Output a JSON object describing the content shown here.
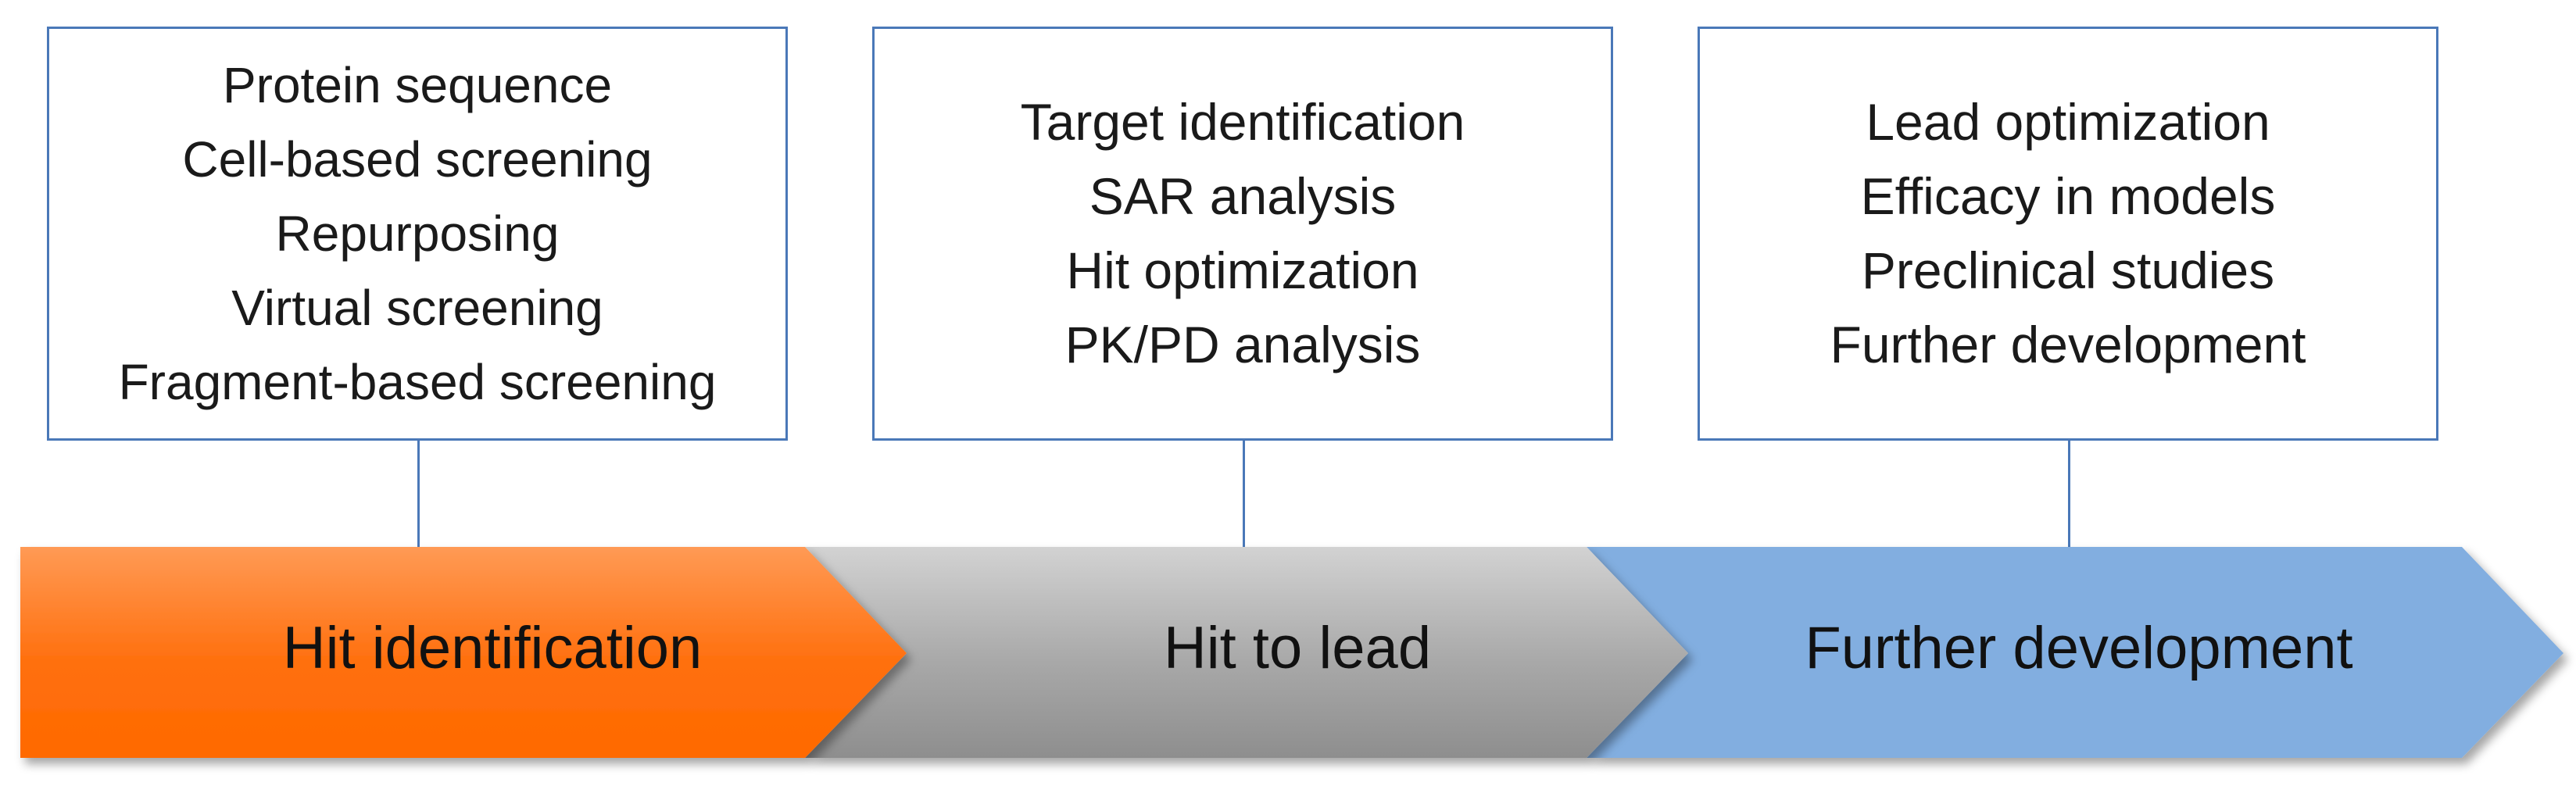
{
  "boxes": [
    {
      "lines": [
        "Protein sequence",
        "Cell-based screening",
        "Repurposing",
        "Virtual screening",
        "Fragment-based screening"
      ]
    },
    {
      "lines": [
        "Target identification",
        "SAR analysis",
        "Hit optimization",
        "PK/PD analysis"
      ]
    },
    {
      "lines": [
        "Lead optimization",
        "Efficacy in models",
        "Preclinical studies",
        "Further development"
      ]
    }
  ],
  "stages": [
    {
      "label": "Hit identification",
      "color": "#ff6a00"
    },
    {
      "label": "Hit to lead",
      "color": "#a6a6a6"
    },
    {
      "label": "Further development",
      "color": "#82aee0"
    }
  ],
  "colors": {
    "box_border": "#4a78b8",
    "orange_light": "#ff9a55",
    "orange_dark": "#ff6a00",
    "gray_light": "#cfcfcf",
    "gray_dark": "#8e8e8e",
    "blue": "#82aee0"
  }
}
